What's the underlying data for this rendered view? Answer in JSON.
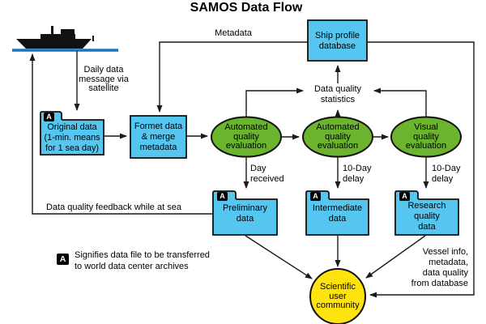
{
  "title": "SAMOS Data Flow",
  "colors": {
    "node_blue": "#55C6EF",
    "eval_green": "#6AB42E",
    "community_yellow": "#FFE30E",
    "water_blue": "#1B75BC"
  },
  "nodes": {
    "ship_profile_database": "Ship profile\ndatabase",
    "original_data": "Original data\n(1-min. means\nfor 1 sea day)",
    "format_merge": "Formet data\n& merge\nmetadata",
    "automated_eval_1": "Automated\nquality\nevaluation",
    "automated_eval_2": "Automated\nquality\nevaluation",
    "visual_eval": "Visual\nquality\nevaluation",
    "preliminary_data": "Preliminary\ndata",
    "intermediate_data": "Intermediate\ndata",
    "research_quality_data": "Research\nquality\ndata",
    "scientific_user_community": "Scientific\nuser\ncommunity"
  },
  "edge_labels": {
    "metadata": "Metadata",
    "daily_message": "Daily data\nmessage via\nsatellite",
    "data_quality_statistics": "Data quality\nstatistics",
    "day_received": "Day\nreceived",
    "ten_day_delay_1": "10-Day\ndelay",
    "ten_day_delay_2": "10-Day\ndelay",
    "feedback_at_sea": "Data quality feedback while at sea",
    "vessel_info": "Vessel info,\nmetadata,\ndata quality\nfrom database"
  },
  "archive_badge": "A",
  "legend": {
    "badge": "A",
    "text": "Signifies data file to be transferred\nto world data center archives"
  }
}
